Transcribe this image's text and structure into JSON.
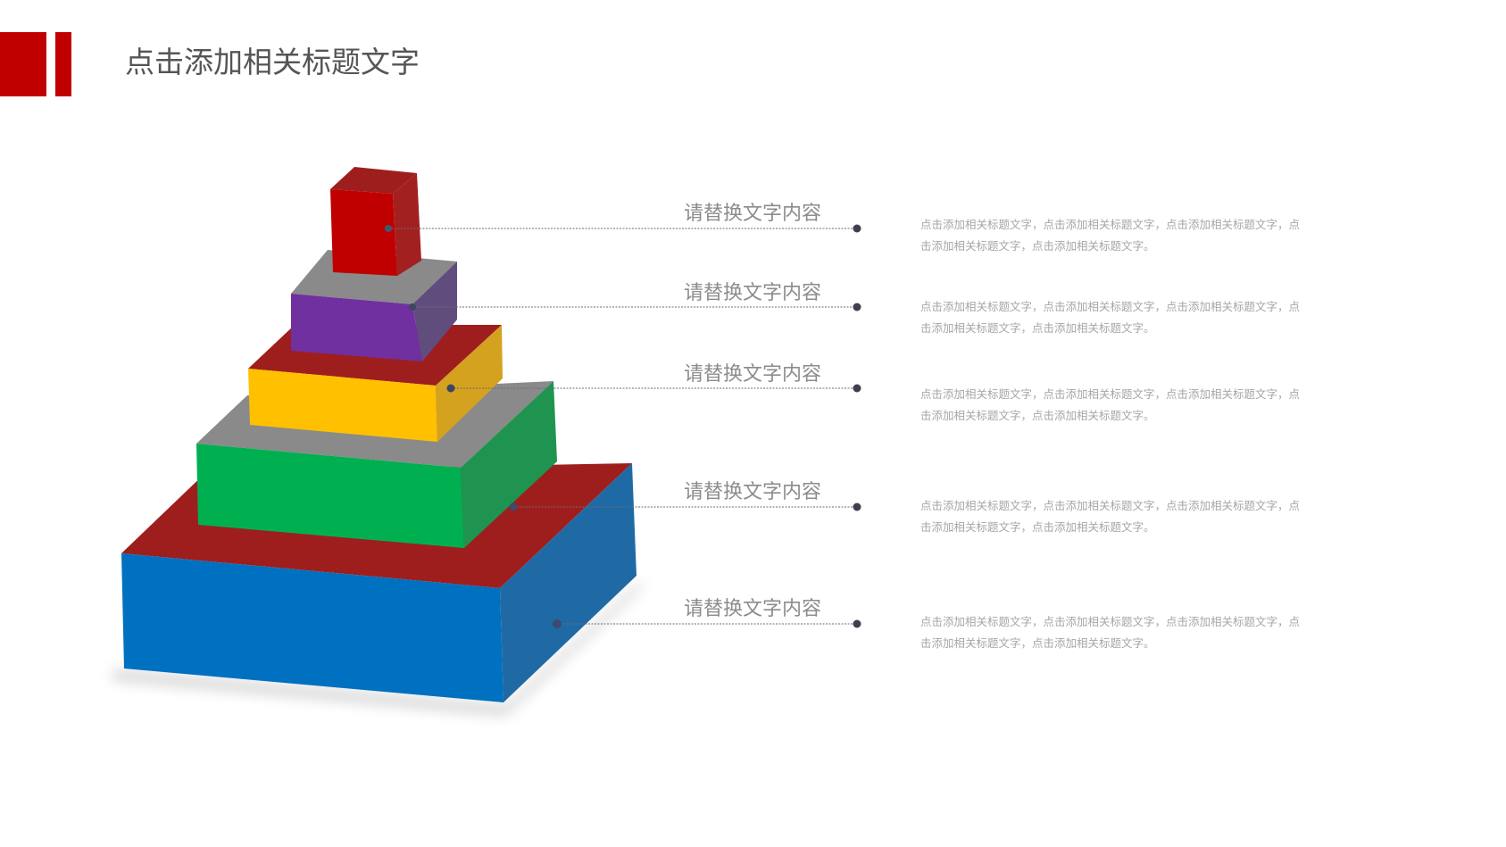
{
  "header": {
    "title": "点击添加相关标题文字",
    "accent_color": "#c00000"
  },
  "pyramid": {
    "levels": [
      {
        "level": 1,
        "front": "#c00000",
        "side": "#a32020",
        "top": "#9e1e1e",
        "label": "请替换文字内容",
        "description": "点击添加相关标题文字，点击添加相关标题文字，点击添加相关标题文字，点击添加相关标题文字，点击添加相关标题文字。"
      },
      {
        "level": 2,
        "front": "#7030a0",
        "side": "#614c7e",
        "top": "#8a8a8a",
        "label": "请替换文字内容",
        "description": "点击添加相关标题文字，点击添加相关标题文字，点击添加相关标题文字，点击添加相关标题文字，点击添加相关标题文字。"
      },
      {
        "level": 3,
        "front": "#ffc000",
        "side": "#d4a21f",
        "top": "#9e1e1e",
        "label": "请替换文字内容",
        "description": "点击添加相关标题文字，点击添加相关标题文字，点击添加相关标题文字，点击添加相关标题文字，点击添加相关标题文字。"
      },
      {
        "level": 4,
        "front": "#00b050",
        "side": "#1f9450",
        "top": "#8a8a8a",
        "label": "请替换文字内容",
        "description": "点击添加相关标题文字，点击添加相关标题文字，点击添加相关标题文字，点击添加相关标题文字，点击添加相关标题文字。"
      },
      {
        "level": 5,
        "front": "#0070c0",
        "side": "#1f6aa5",
        "top": "#9e1e1e",
        "label": "请替换文字内容",
        "description": "点击添加相关标题文字，点击添加相关标题文字，点击添加相关标题文字，点击添加相关标题文字，点击添加相关标题文字。"
      }
    ],
    "connector_color": "#3f3f4f"
  }
}
